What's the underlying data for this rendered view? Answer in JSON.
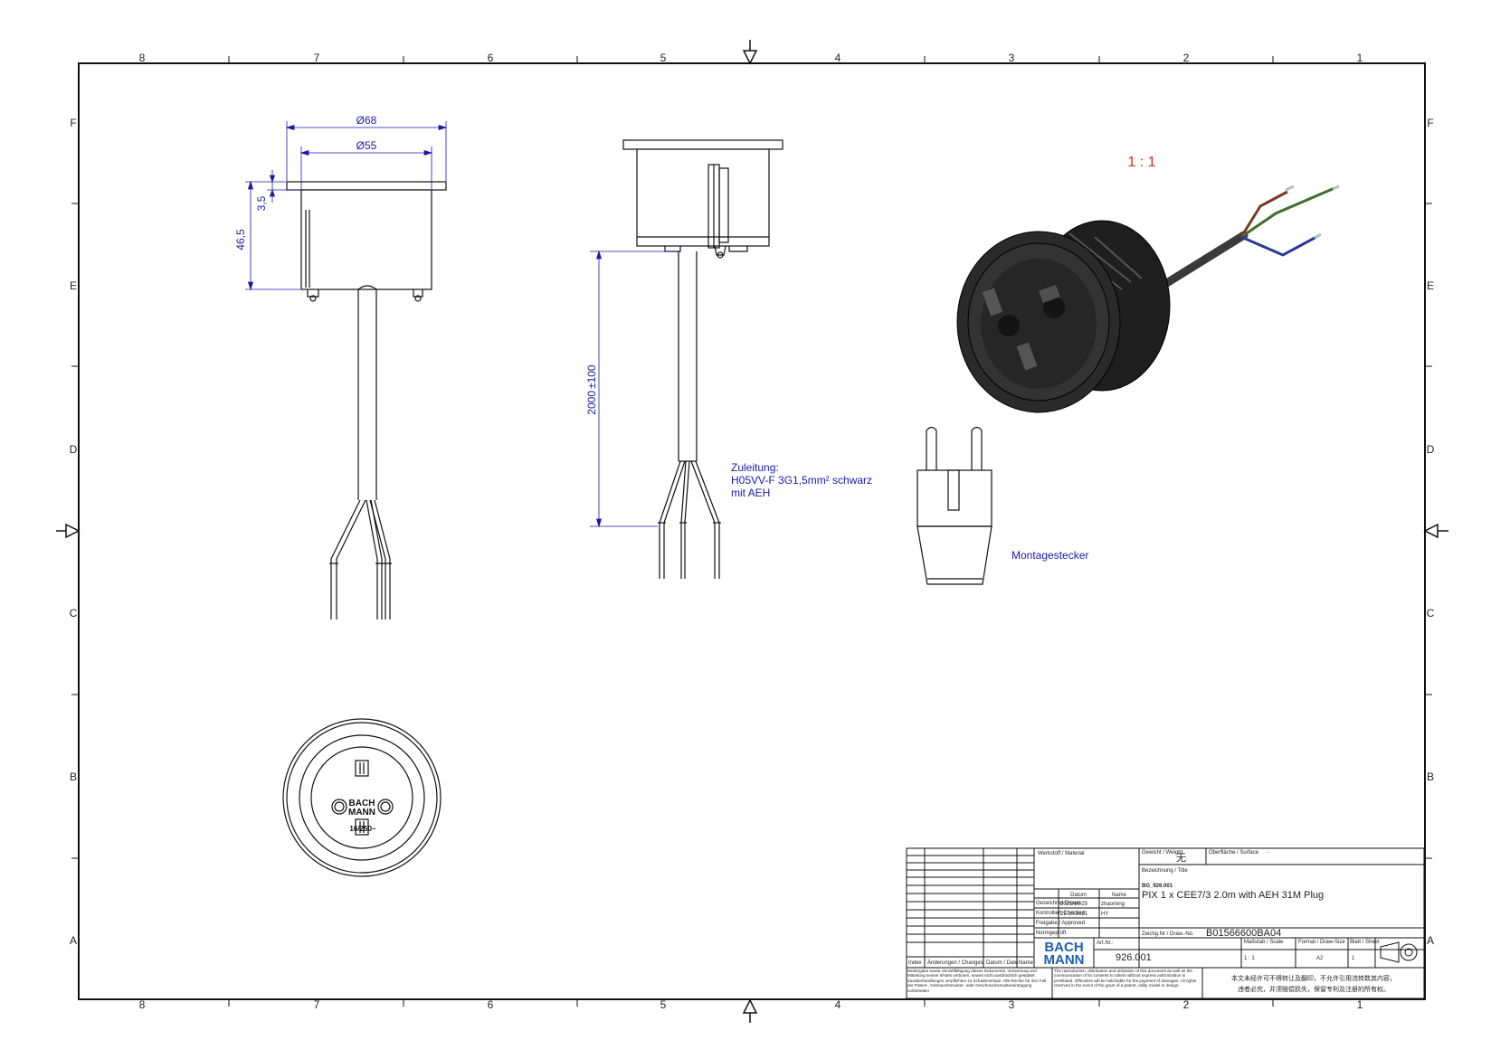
{
  "border": {
    "cols_top": [
      "8",
      "7",
      "6",
      "5",
      "4",
      "3",
      "2",
      "1"
    ],
    "rows_side": [
      "F",
      "E",
      "D",
      "C",
      "B",
      "A"
    ]
  },
  "scale_label": "1 : 1",
  "dimensions": {
    "outer_diameter": "Ø68",
    "inner_diameter": "Ø55",
    "flange_height": "3,5",
    "total_height": "46,5",
    "cable_length": "2000",
    "cable_tolerance": "±100"
  },
  "cable_note": {
    "line1": "Zuleitung:",
    "line2": "H05VV-F 3G1,5mm² schwarz",
    "line3": "mit AEH"
  },
  "plug_label": "Montagestecker",
  "socket_face": {
    "brand_line1": "BACH",
    "brand_line2": "MANN",
    "rating": "16/250~"
  },
  "title_block": {
    "material_label": "Werkstoff / Material",
    "weight_label": "Gewicht / Weight",
    "weight_value": "无",
    "surface_label": "Oberfläche / Surface",
    "surface_value": "-",
    "title_label": "Bezeichnung / Title",
    "doc_ref": "BG_926.001",
    "title": "PIX 1 x CEE7/3 2.0m with AEH 31M Plug",
    "col_date": "Datum",
    "col_name": "Name",
    "row_drawn": "Gezeichnet Drawn",
    "row_checked": "Kontrolliert Checked",
    "row_released": "Freigabe / Approved",
    "row_standard": "Normgeprüft",
    "drawn_date": "2021/10/25",
    "drawn_name": "zhaoming",
    "checked_date": "25.10.2021",
    "checked_name": "HY",
    "drawing_no_label": "Zeichg.Nr / Draw.-No.",
    "drawing_no": "B01566600BA04",
    "art_label": "Art.Nr.:",
    "art_no": "926.001",
    "scale_label": "Maßstab / Scale",
    "scale_value": "1 : 1",
    "format_label": "Format / Draw-Size",
    "format_value": "A2",
    "sheet_label": "Blatt / Sheet",
    "sheet_value": "1",
    "logo_line1": "BACH",
    "logo_line2": "MANN",
    "rev_col1": "Index",
    "rev_col2": "Änderungen / Changes",
    "rev_col3": "Datum / Date",
    "rev_col4": "Name",
    "legal_de": "Weitergabe sowie Vervielfältigung dieses Dokuments, Verwertung und Mitteilung seines Inhalts verboten, soweit nicht ausdrücklich gestattet. Zuwiderhandlungen verpflichten zu Schadenersatz. Alle Rechte für den Fall der Patent-, Gebrauchsmuster- oder Geschmacksmustereintragung vorbehalten",
    "legal_en": "The reproduction, distribution and utilization of this document as well as the communication of its contents to others without express authorization is prohibited. Offenders will be held liable for the payment of damages. All rights reserved in the event of the grant of a patent, utility model or design.",
    "legal_cn_line1": "本文未经许可不得转让及翻印，不允许引用流转数其内容，",
    "legal_cn_line2": "违者必究，并须赔偿损失，保留专利及注册的所有权。"
  },
  "colors": {
    "dimension": "#1a1aa8",
    "scale": "#d42a1e",
    "line": "#1a1a1a"
  }
}
